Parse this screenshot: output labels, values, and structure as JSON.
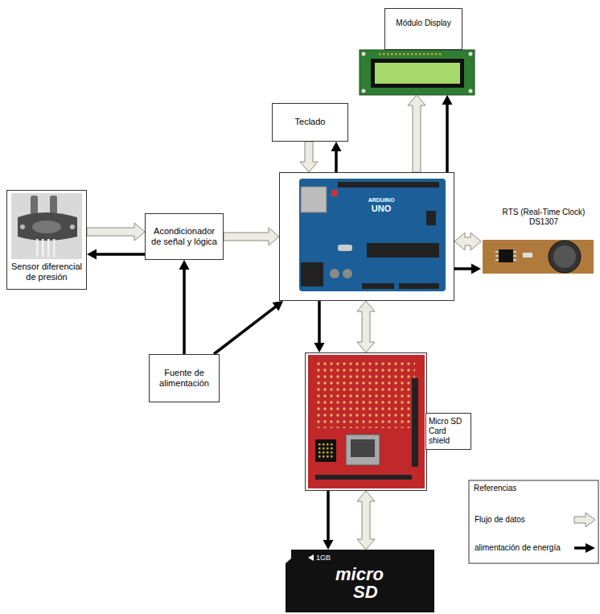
{
  "diagram": {
    "nodes": [
      {
        "text": [
          "Sensor diferencial de presión"
        ]
      },
      {
        "text": [
          "Acondicionador de señal y lógica"
        ]
      },
      {
        "text": [
          "Teclado"
        ]
      },
      {
        "text": [
          "Módulo Display"
        ]
      },
      {
        "text": [
          "ARDUINO",
          "UNO"
        ]
      },
      {
        "text": [
          "RTS (Real-Time Clock) DS1307"
        ]
      },
      {
        "text": [
          "Fuente de alimentación"
        ]
      },
      {
        "text": [
          "Micro SD Card shield"
        ]
      },
      {
        "text": [
          "1GB",
          "micro",
          "SD"
        ]
      }
    ],
    "edges": [
      {
        "from": 0,
        "to": 1,
        "arrow": "to"
      },
      {
        "from": 1,
        "to": 0,
        "arrow": "to"
      },
      {
        "from": 1,
        "to": 4,
        "arrow": "to"
      },
      {
        "from": 6,
        "to": 1,
        "arrow": "to"
      },
      {
        "from": 6,
        "to": 4,
        "arrow": "to"
      },
      {
        "from": 2,
        "to": 4,
        "arrow": "to"
      },
      {
        "from": 4,
        "to": 2,
        "arrow": "to"
      },
      {
        "from": 4,
        "to": 3,
        "arrow": "to"
      },
      {
        "from": 4,
        "to": 3,
        "arrow": "to"
      },
      {
        "from": 4,
        "to": 5,
        "arrow": "both"
      },
      {
        "from": 4,
        "to": 5,
        "arrow": "to"
      },
      {
        "from": 4,
        "to": 7,
        "arrow": "both"
      },
      {
        "from": 4,
        "to": 7,
        "arrow": "to"
      },
      {
        "from": 7,
        "to": 8,
        "arrow": "both"
      },
      {
        "from": 7,
        "to": 8,
        "arrow": "to"
      }
    ],
    "labels": [
      "Referencias"
    ],
    "legend": [
      {
        "text": "Flujo de datos"
      },
      {
        "text": "alimentación de energía"
      }
    ]
  }
}
